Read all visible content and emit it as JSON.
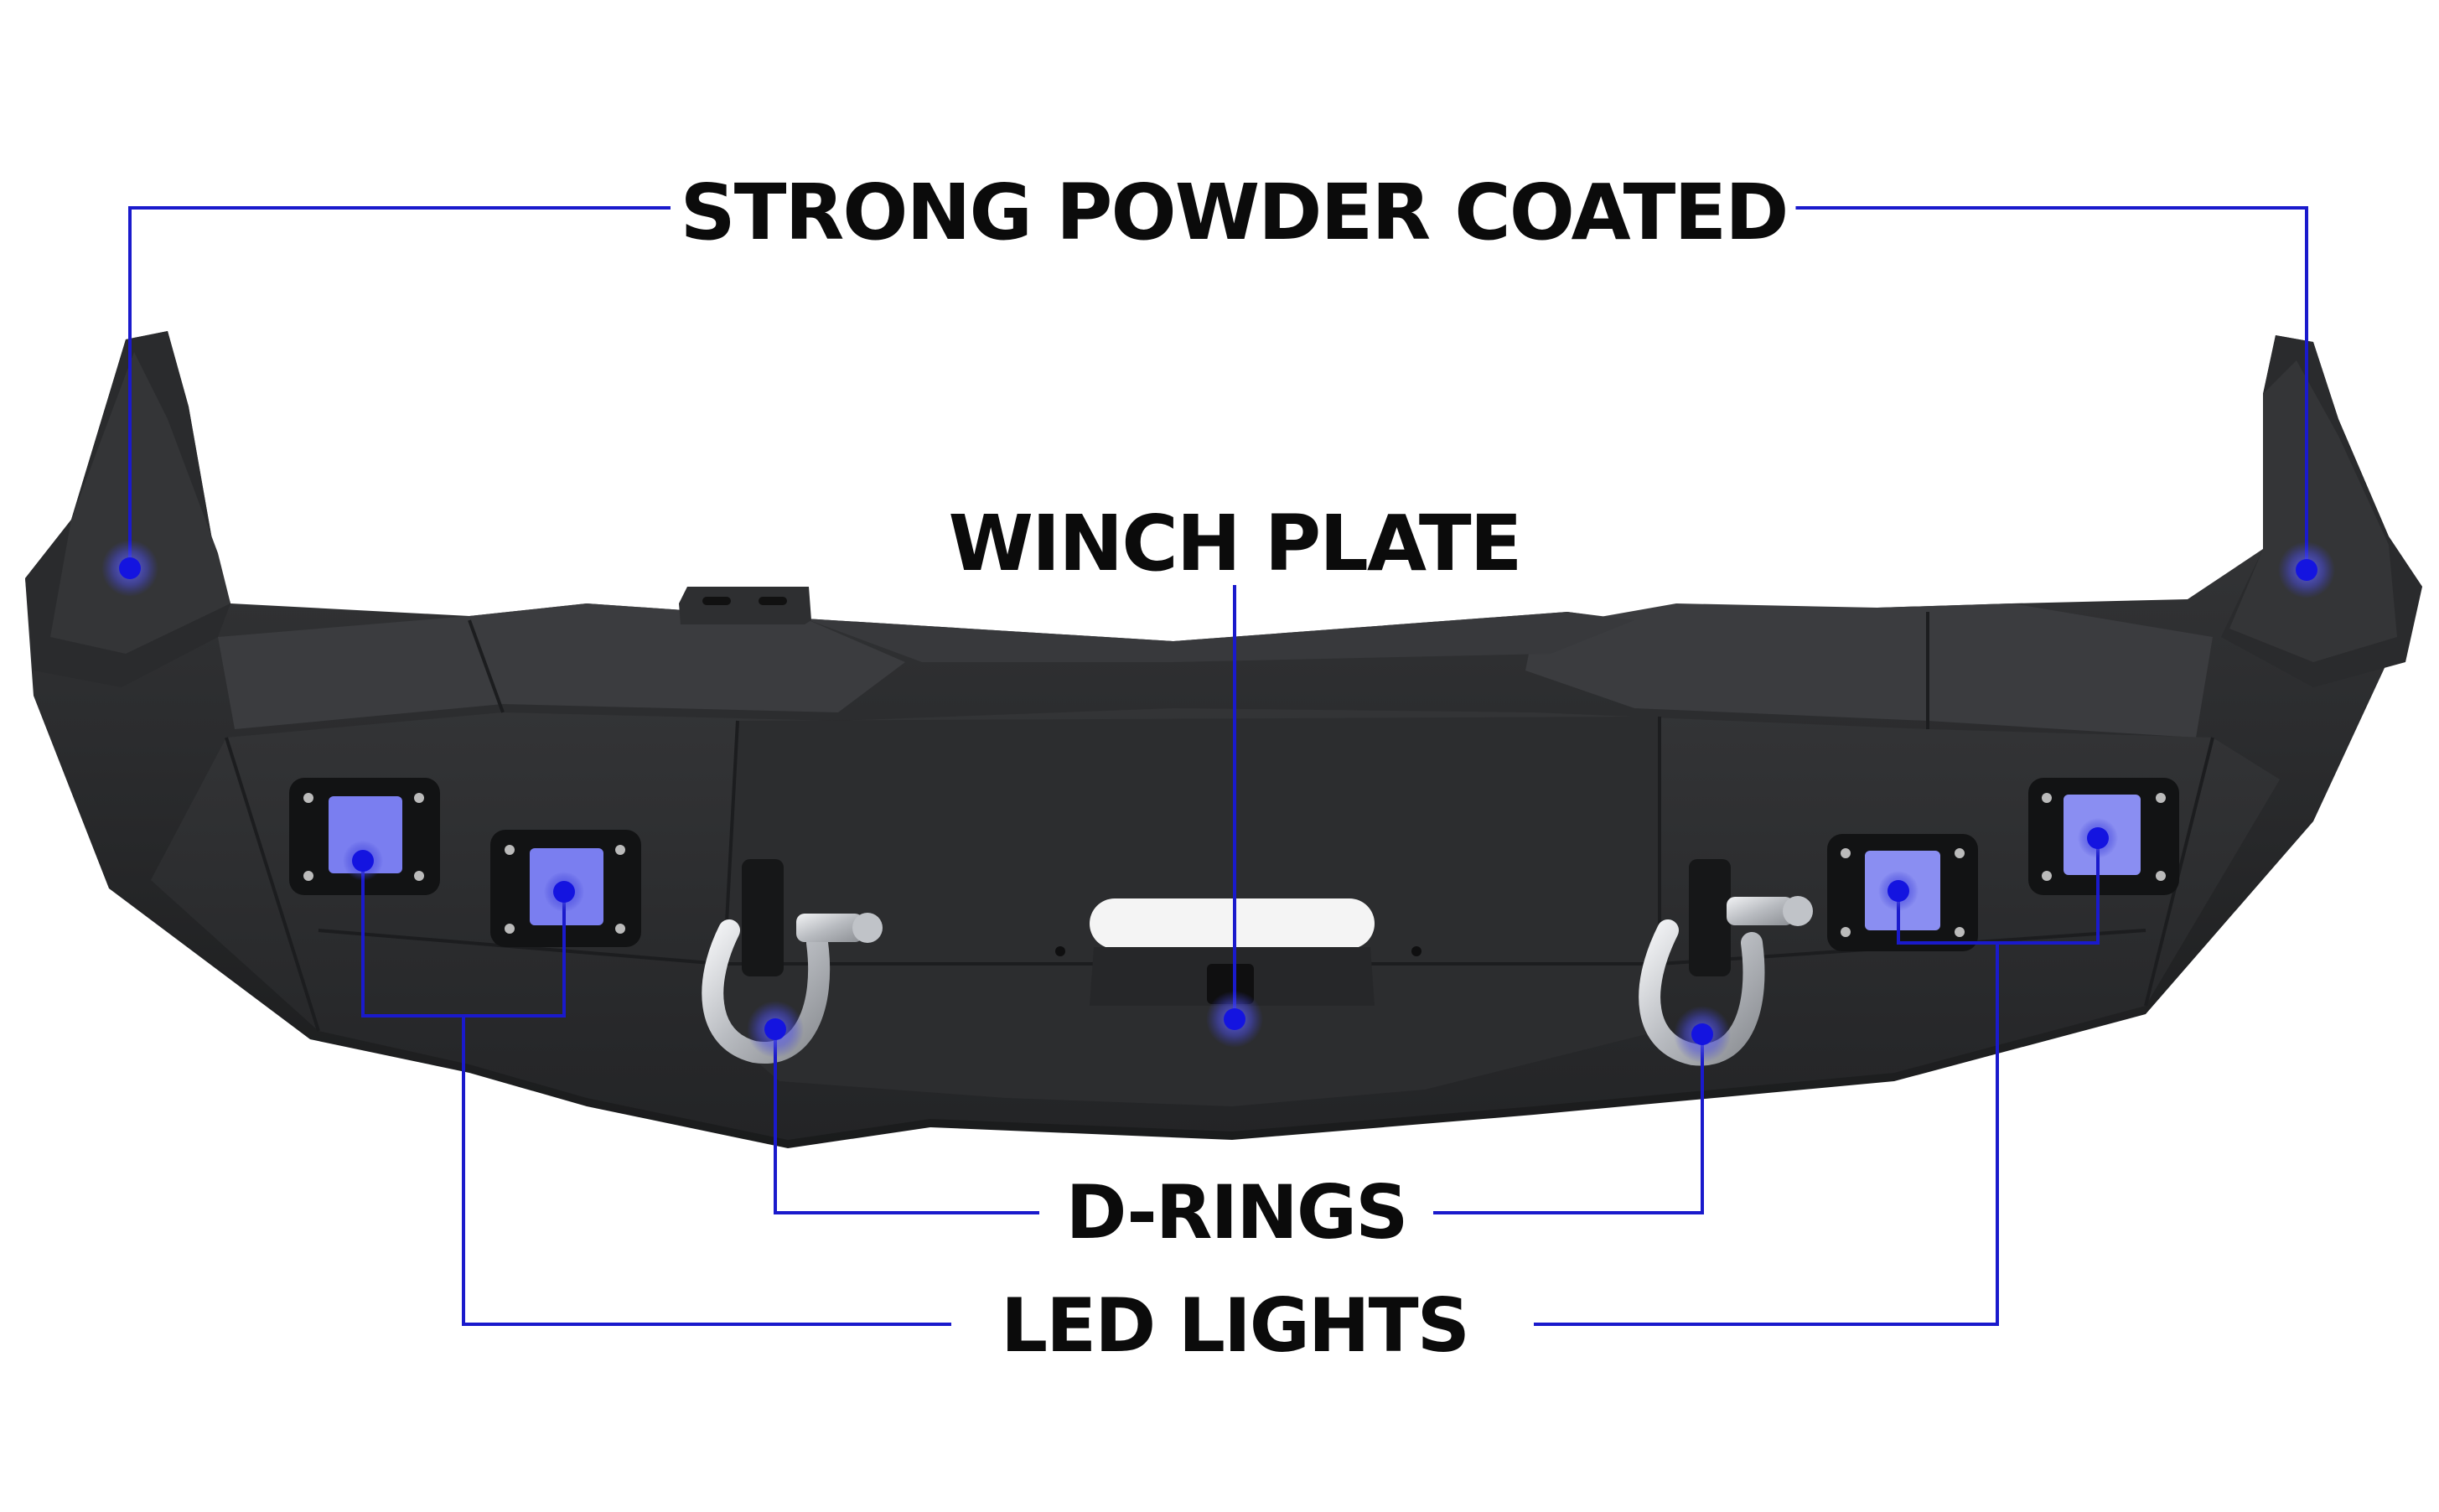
{
  "labels": {
    "powder_coated": "STRONG POWDER COATED",
    "winch_plate": "WINCH PLATE",
    "d_rings": "D-RINGS",
    "led_lights": "LED LIGHTS"
  },
  "colors": {
    "background": "#ffffff",
    "callout_line": "#1a1acc",
    "callout_dot": "#1414e0",
    "bumper_body": "#2b2c2e",
    "bumper_shadow": "#1a1b1c",
    "bumper_highlight": "#3a3b3d",
    "shackle_metal": "#c9ccd0",
    "led_glow": "#5a5cf0",
    "label_text": "#0b0b0b"
  },
  "icons": {
    "callout_marker": "blue-dot-icon",
    "shackle": "d-ring-shackle-icon",
    "led_pod": "square-led-light-icon"
  }
}
